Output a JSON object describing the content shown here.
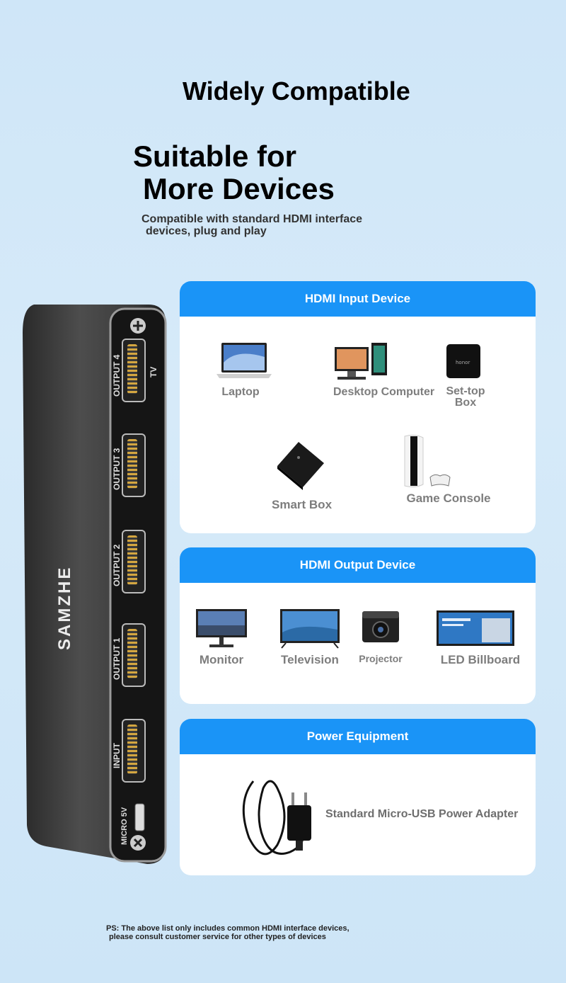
{
  "header": {
    "title": "Widely Compatible",
    "headline_line1": "Suitable for",
    "headline_line2": "More Devices",
    "sub_line1": "Compatible with standard HDMI interface",
    "sub_line2": "devices, plug and play"
  },
  "product": {
    "brand": "SAMZHE",
    "ports": [
      "OUTPUT 4",
      "OUTPUT 3",
      "OUTPUT 2",
      "OUTPUT 1",
      "INPUT"
    ],
    "tv_label": "TV",
    "power_label": "MICRO 5V"
  },
  "input_card": {
    "title": "HDMI Input Device",
    "devices": [
      {
        "label": "Laptop",
        "icon": "laptop-icon"
      },
      {
        "label": "Desktop Computer",
        "icon": "desktop-computer-icon"
      },
      {
        "label": "Set-top\nBox",
        "icon": "set-top-box-icon"
      },
      {
        "label": "Smart Box",
        "icon": "smart-box-icon"
      },
      {
        "label": "Game Console",
        "icon": "game-console-icon"
      }
    ]
  },
  "output_card": {
    "title": "HDMI Output Device",
    "devices": [
      {
        "label": "Monitor",
        "icon": "monitor-icon"
      },
      {
        "label": "Television",
        "icon": "television-icon"
      },
      {
        "label": "Projector",
        "icon": "projector-icon"
      },
      {
        "label": "LED Billboard",
        "icon": "led-billboard-icon"
      }
    ]
  },
  "power_card": {
    "title": "Power Equipment",
    "label": "Standard Micro-USB Power Adapter",
    "icon": "power-adapter-icon"
  },
  "footnote": {
    "line1": "PS: The above list only includes common HDMI interface devices,",
    "line2": "please consult customer service for other types of devices"
  },
  "colors": {
    "accent": "#1a94f7",
    "background": "#d4e9f9"
  }
}
